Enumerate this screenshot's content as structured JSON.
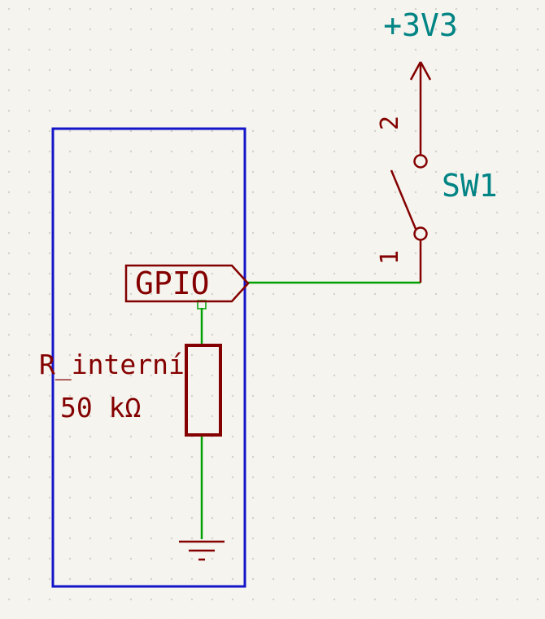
{
  "schematic": {
    "colors": {
      "canvas": "#f5f4ef",
      "grid_dot": "#d2d1cb",
      "wire": "#00a000",
      "symbol": "#840000",
      "net_text": "#008484",
      "component_outline": "#1414c8"
    },
    "power_symbol": {
      "net": "+3V3"
    },
    "switch": {
      "ref": "SW1",
      "pin_top": "2",
      "pin_bottom": "1"
    },
    "gpio_label": {
      "text": "GPIO"
    },
    "resistor": {
      "name": "R_interní",
      "value": "50 kΩ"
    }
  }
}
